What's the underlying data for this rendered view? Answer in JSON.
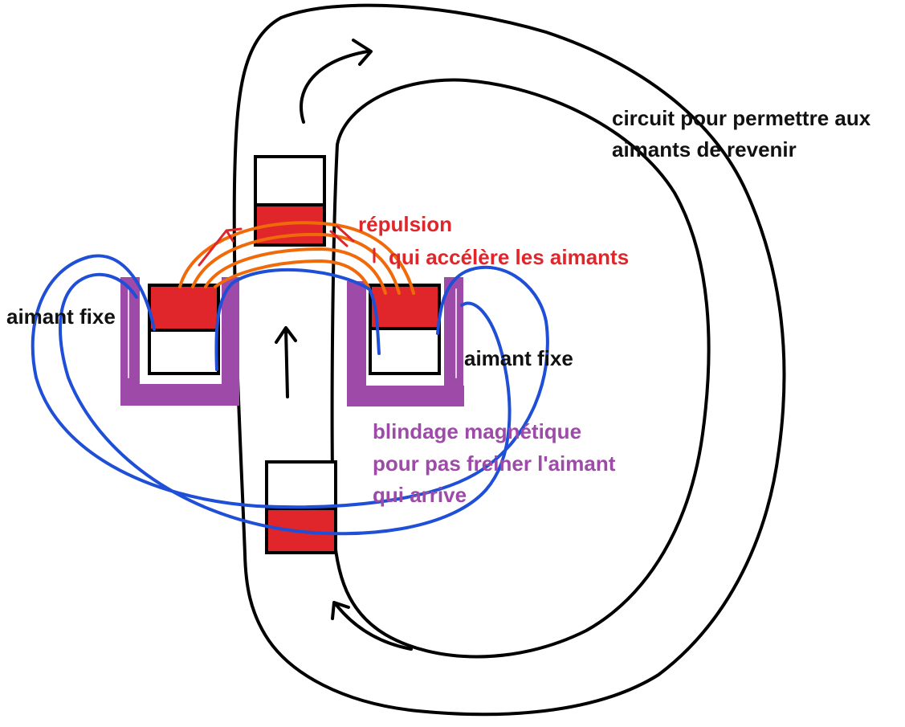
{
  "colors": {
    "background": "#ffffff",
    "track": "#000000",
    "magnet_red": "#e0262b",
    "magnet_white": "#ffffff",
    "field_blue": "#1f4fd6",
    "field_orange": "#f06a0a",
    "arrow_red": "#e0262b",
    "shield_purple": "#9d4aa8",
    "label_black": "#111111",
    "label_red": "#e0262b",
    "label_purple": "#9d4aa8"
  },
  "labels": {
    "circuit_line1": "circuit pour permettre aux",
    "circuit_line2": "aimants de revenir",
    "repulsion_line1": "répulsion",
    "repulsion_line2": "qui accélère les aimants",
    "fixed_magnet_left": "aimant fixe",
    "fixed_magnet_right": "aimant fixe",
    "shield_line1": "blindage magnétique",
    "shield_line2": "pour pas freiner l'aimant",
    "shield_line3": "qui arrive"
  },
  "icons": {
    "direction_arrow": "arrow-up-icon",
    "track_arrow_top": "curved-arrow-right-icon",
    "track_arrow_bottom": "curved-arrow-up-icon"
  }
}
